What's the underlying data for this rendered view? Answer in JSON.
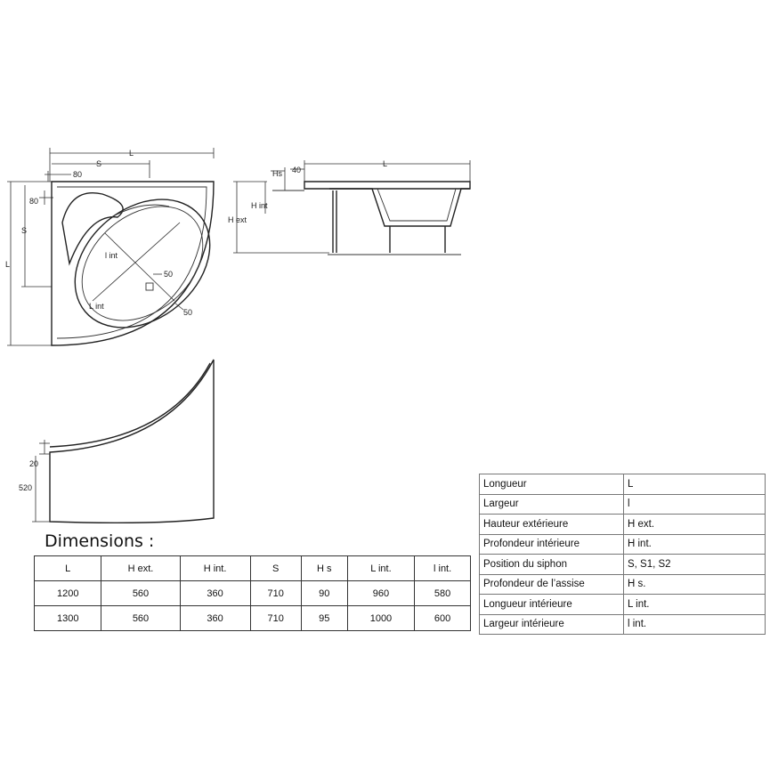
{
  "diagram": {
    "top_view": {
      "labels": {
        "L": "L",
        "S": "S",
        "dim_80_top": "80",
        "dim_80_left": "80",
        "S_side": "S",
        "L_side": "L",
        "l_int": "l int",
        "L_int": "L int",
        "dim_50_a": "50",
        "dim_50_b": "50"
      }
    },
    "side_view": {
      "labels": {
        "Hs": "Hs",
        "dim_40": "40",
        "L": "L",
        "H_int": "H int",
        "H_ext": "H ext"
      }
    },
    "front_view": {
      "labels": {
        "dim_20": "20",
        "dim_520": "520"
      }
    }
  },
  "dimensions": {
    "title": "Dimensions :",
    "headers": [
      "L",
      "H ext.",
      "H int.",
      "S",
      "H s",
      "L int.",
      "l int."
    ],
    "rows": [
      [
        "1200",
        "560",
        "360",
        "710",
        "90",
        "960",
        "580"
      ],
      [
        "1300",
        "560",
        "360",
        "710",
        "95",
        "1000",
        "600"
      ]
    ]
  },
  "legend": [
    {
      "name": "Longueur",
      "code": "L"
    },
    {
      "name": "Largeur",
      "code": "l"
    },
    {
      "name": "Hauteur extérieure",
      "code": "H ext."
    },
    {
      "name": "Profondeur intérieure",
      "code": "H int."
    },
    {
      "name": "Position du siphon",
      "code": "S, S1, S2"
    },
    {
      "name": "Profondeur de l’assise",
      "code": "H s."
    },
    {
      "name": "Longueur intérieure",
      "code": "L int."
    },
    {
      "name": "Largeur intérieure",
      "code": "l int."
    }
  ]
}
